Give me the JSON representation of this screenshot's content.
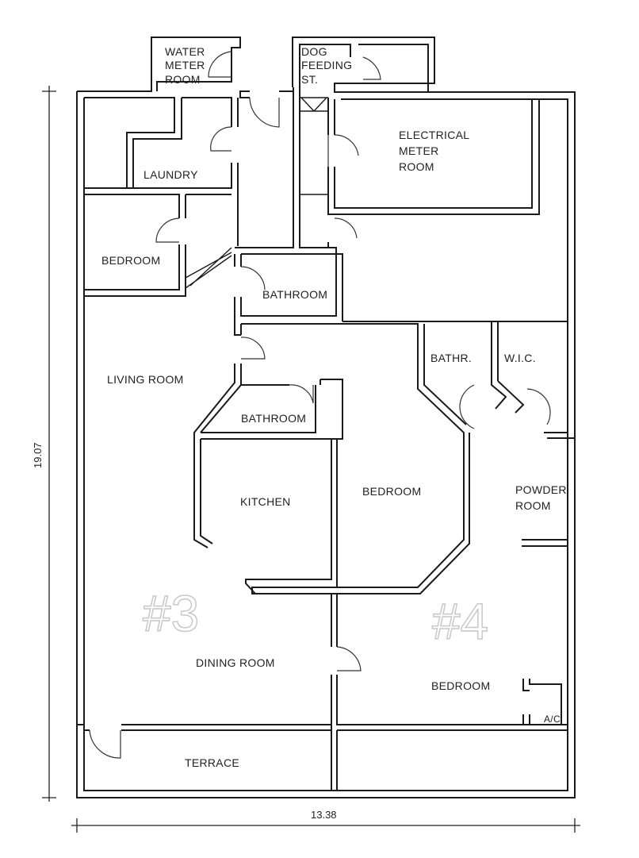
{
  "rooms": {
    "water_meter_room": [
      "WATER",
      "METER",
      "ROOM"
    ],
    "dog_feeding": [
      "DOG",
      "FEEDING",
      "ST."
    ],
    "electrical_meter_room": [
      "ELECTRICAL",
      "METER",
      "ROOM"
    ],
    "laundry": "LAUNDRY",
    "bedroom_nw": "BEDROOM",
    "bathroom_upper": "BATHROOM",
    "living_room": "LIVING ROOM",
    "bathroom_middle": "BATHROOM",
    "kitchen": "KITCHEN",
    "bedroom_center": "BEDROOM",
    "bathr": "BATHR.",
    "wic": "W.I.C.",
    "powder_room": [
      "POWDER",
      "ROOM"
    ],
    "dining_room": "DINING ROOM",
    "bedroom_se": "BEDROOM",
    "ac": "A/C",
    "terrace": "TERRACE"
  },
  "units": {
    "unit3": "#3",
    "unit4": "#4"
  },
  "dimensions": {
    "height": "19.07",
    "width": "13.38"
  }
}
